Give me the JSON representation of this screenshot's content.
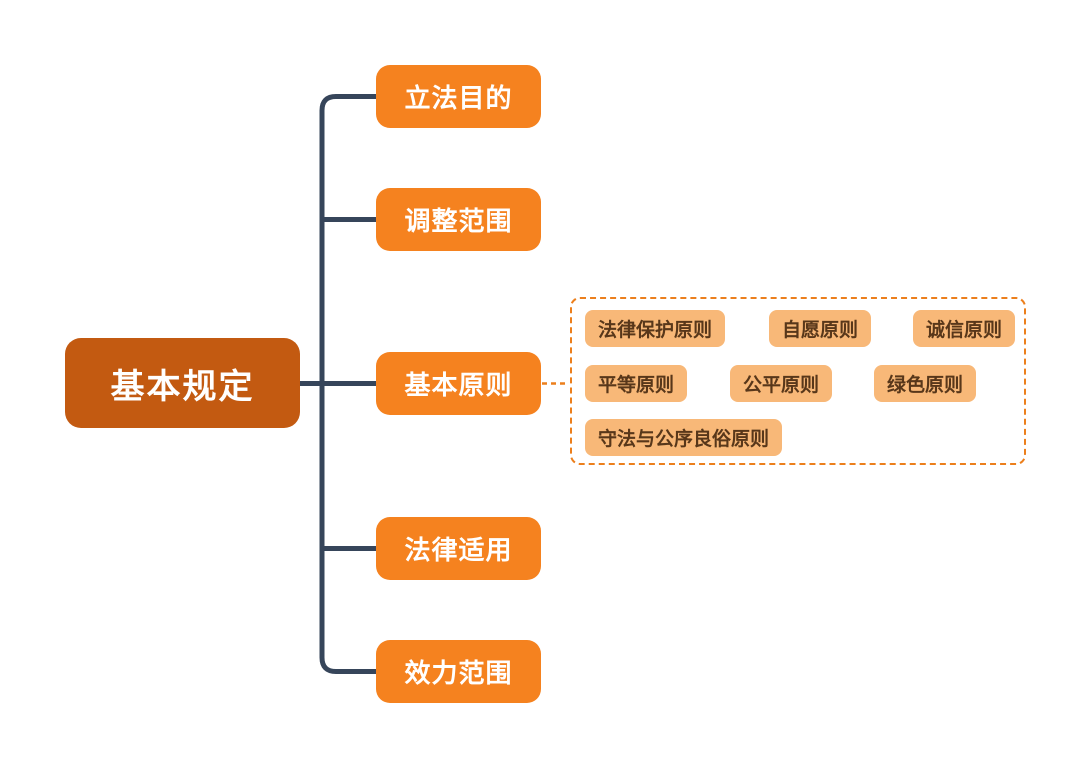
{
  "diagram": {
    "type": "mindmap",
    "root": {
      "label": "基本规定"
    },
    "branches": [
      {
        "label": "立法目的"
      },
      {
        "label": "调整范围"
      },
      {
        "label": "基本原则"
      },
      {
        "label": "法律适用"
      },
      {
        "label": "效力范围"
      }
    ],
    "principles_group": {
      "parent": "基本原则",
      "items": [
        {
          "label": "法律保护原则"
        },
        {
          "label": "自愿原则"
        },
        {
          "label": "诚信原则"
        },
        {
          "label": "平等原则"
        },
        {
          "label": "公平原则"
        },
        {
          "label": "绿色原则"
        },
        {
          "label": "守法与公序良俗原则"
        }
      ]
    },
    "colors": {
      "root_fill": "#c35a11",
      "branch_fill": "#f5821f",
      "leaf_fill": "#f8b878",
      "leaf_text": "#58371a",
      "connector": "#36455a",
      "dashed_border": "#ec7f1c",
      "background": "#ffffff"
    }
  }
}
